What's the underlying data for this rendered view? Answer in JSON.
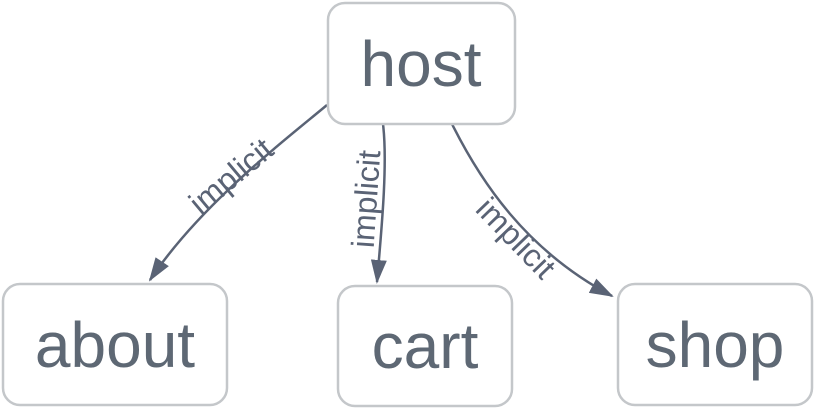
{
  "diagram": {
    "type": "directed-graph",
    "nodes": [
      {
        "id": "host",
        "label": "host"
      },
      {
        "id": "about",
        "label": "about"
      },
      {
        "id": "cart",
        "label": "cart"
      },
      {
        "id": "shop",
        "label": "shop"
      }
    ],
    "edges": [
      {
        "from": "host",
        "to": "about",
        "label": "implicit"
      },
      {
        "from": "host",
        "to": "cart",
        "label": "implicit"
      },
      {
        "from": "host",
        "to": "shop",
        "label": "implicit"
      }
    ],
    "colors": {
      "node_fill": "#ffffff",
      "node_border": "#c4c7ca",
      "node_text": "#5e6874",
      "edge_line": "#5a6375",
      "edge_label_text": "#5a6375",
      "background": "#ffffff"
    }
  }
}
